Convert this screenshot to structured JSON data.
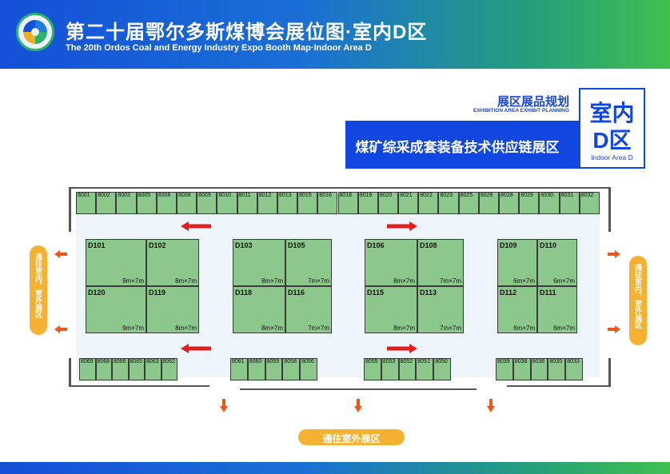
{
  "header": {
    "title_cn": "第二十届鄂尔多斯煤博会展位图·室内D区",
    "title_en": "The 20th Ordos Coal and Energy Industry Expo Booth Map·Indoor Area D"
  },
  "area_info": {
    "plan_cn": "展区展品规划",
    "plan_en": "EXHIBITION AREA EXHIBIT PLANNING",
    "chain_title": "煤矿综采成套装备技术供应链展区",
    "badge_line1": "室内",
    "badge_line2": "D区",
    "badge_en": "Indoor Area D"
  },
  "exits": {
    "left": "通往室内、室外展区",
    "right": "通往室内、室外展区",
    "bottom": "通往室外展区"
  },
  "top_row_booths": [
    "8001",
    "8002",
    "8003",
    "8005",
    "8006",
    "8008",
    "8009",
    "8010",
    "8011",
    "8012",
    "8013",
    "8015",
    "8016",
    "8018",
    "8019",
    "8020",
    "8021",
    "8022",
    "8023",
    "8025",
    "8026",
    "8028",
    "8029",
    "8030",
    "8031",
    "8032"
  ],
  "bottom_groups": [
    [
      "8069",
      "8068",
      "8066",
      "8065",
      "8063",
      "8062"
    ],
    [
      "8061",
      "8060",
      "8059",
      "8058",
      "8056"
    ],
    [
      "8055",
      "8053",
      "8052",
      "8051",
      "8050"
    ],
    [
      "8039",
      "8038",
      "8036",
      "8035",
      "8033"
    ]
  ],
  "islands": [
    {
      "booths": [
        {
          "id": "D101",
          "size": "9m×7m"
        },
        {
          "id": "D102",
          "size": "8m×7m"
        },
        {
          "id": "D120",
          "size": "9m×7m"
        },
        {
          "id": "D119",
          "size": "8m×7m"
        }
      ]
    },
    {
      "booths": [
        {
          "id": "D103",
          "size": "8m×7m"
        },
        {
          "id": "D105",
          "size": "7m×7m"
        },
        {
          "id": "D118",
          "size": "8m×7m"
        },
        {
          "id": "D116",
          "size": "7m×7m"
        }
      ]
    },
    {
      "booths": [
        {
          "id": "D106",
          "size": "8m×7m"
        },
        {
          "id": "D108",
          "size": "7m×7m"
        },
        {
          "id": "D115",
          "size": "8m×7m"
        },
        {
          "id": "D113",
          "size": "7m×7m"
        }
      ]
    },
    {
      "booths": [
        {
          "id": "D109",
          "size": "6m×7m"
        },
        {
          "id": "D110",
          "size": "6m×7m"
        },
        {
          "id": "D112",
          "size": "6m×7m"
        },
        {
          "id": "D111",
          "size": "6m×7m"
        }
      ]
    }
  ],
  "colors": {
    "brand_blue": "#1147e0",
    "booth_green": "#8cc88c",
    "exit_orange": "#f5b132",
    "arrow_red": "#e02020",
    "hall_bg": "#edf5fb"
  }
}
